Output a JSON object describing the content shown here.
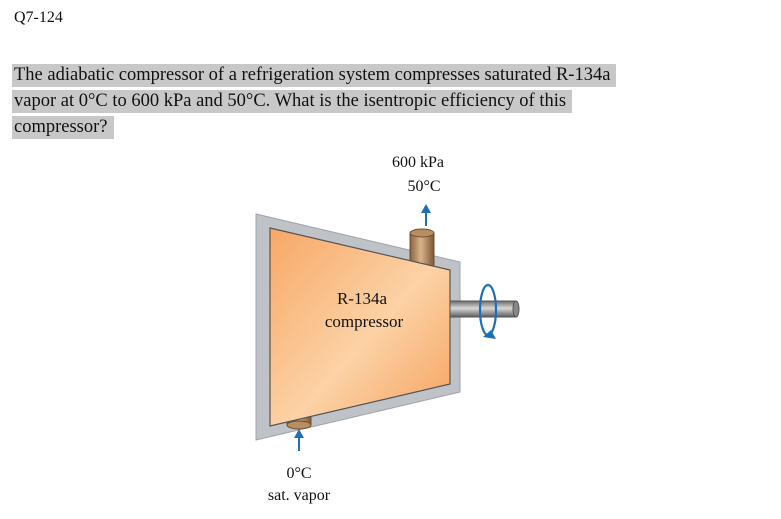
{
  "problem": {
    "number": "Q7-124",
    "lines": [
      "The adiabatic compressor of a refrigeration system compresses saturated R-134a",
      "vapor at 0°C to 600 kPa and 50°C. What is the isentropic efficiency of this",
      "compressor?"
    ]
  },
  "figure": {
    "outlet_pressure": "600 kPa",
    "outlet_temperature": "50°C",
    "body_label_line1": "R-134a",
    "body_label_line2": "compressor",
    "inlet_temperature": "0°C",
    "inlet_state": "sat. vapor",
    "colors": {
      "body_fill": "#f8b87c",
      "housing": "#bfc3c7",
      "pipe": "#c9a27a",
      "arrow": "#1f6fb5"
    }
  }
}
